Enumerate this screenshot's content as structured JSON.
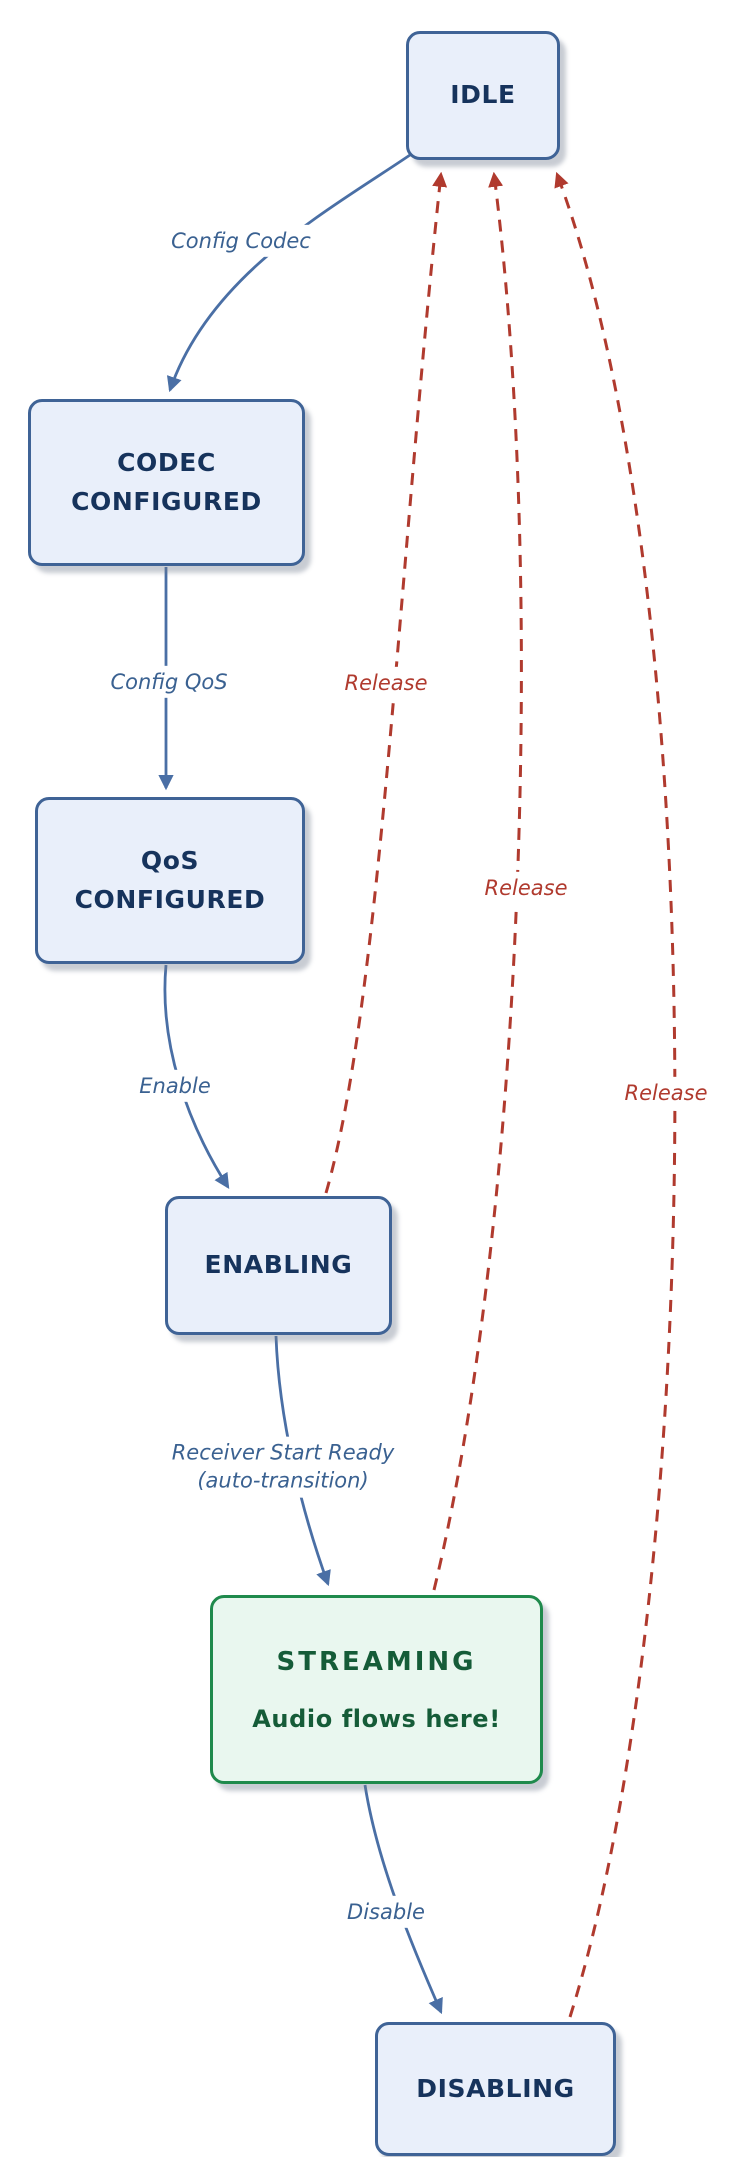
{
  "nodes": {
    "idle": {
      "label": "IDLE"
    },
    "codec_configured": {
      "line1": "CODEC",
      "line2": "CONFIGURED"
    },
    "qos_configured": {
      "line1": "QoS",
      "line2": "CONFIGURED"
    },
    "enabling": {
      "label": "ENABLING"
    },
    "streaming": {
      "label": "STREAMING",
      "note": "Audio flows here!"
    },
    "disabling": {
      "label": "DISABLING"
    }
  },
  "edges": {
    "config_codec": {
      "label": "Config Codec",
      "from": "idle",
      "to": "codec_configured"
    },
    "config_qos": {
      "label": "Config QoS",
      "from": "codec_configured",
      "to": "qos_configured"
    },
    "enable": {
      "label": "Enable",
      "from": "qos_configured",
      "to": "enabling"
    },
    "receiver_start_ready": {
      "line1": "Receiver Start Ready",
      "line2": "(auto-transition)",
      "from": "enabling",
      "to": "streaming"
    },
    "disable": {
      "label": "Disable",
      "from": "streaming",
      "to": "disabling"
    },
    "release_from_enabling": {
      "label": "Release",
      "from": "enabling",
      "to": "idle"
    },
    "release_from_streaming": {
      "label": "Release",
      "from": "streaming",
      "to": "idle"
    },
    "release_from_disabling": {
      "label": "Release",
      "from": "disabling",
      "to": "idle"
    }
  },
  "colors": {
    "node_fill": "#e9effa",
    "node_border": "#3f6396",
    "streaming_fill": "#e9f7ef",
    "streaming_border": "#1f8a4c",
    "transition_blue": "#4a6fa5",
    "release_red": "#b03a2e",
    "node_text": "#16335c",
    "streaming_text": "#155c38"
  }
}
